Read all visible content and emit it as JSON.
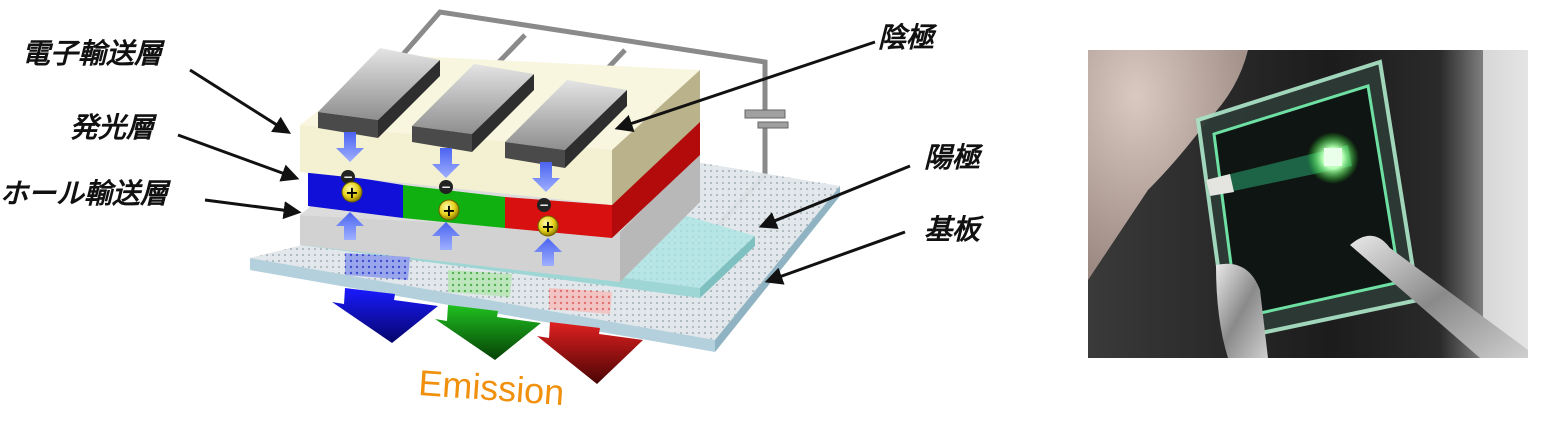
{
  "labels": {
    "electron_transport_layer": "電子輸送層",
    "emission_layer": "発光層",
    "hole_transport_layer": "ホール輸送層",
    "cathode": "陰極",
    "anode": "陽極",
    "substrate": "基板",
    "emission": "Emission",
    "minus_sign": "−",
    "plus_sign": "+"
  },
  "colors": {
    "blue": "#1010d8",
    "green": "#10b010",
    "red": "#d81010",
    "emission_text": "#f0900c",
    "etl_cream": "#f6f3d8",
    "htl_gray": "#d2d2d2",
    "substrate_blue": "#b4d0dc",
    "anode_teal": "#a8e4e4",
    "glow_green": "#8cff8c"
  }
}
